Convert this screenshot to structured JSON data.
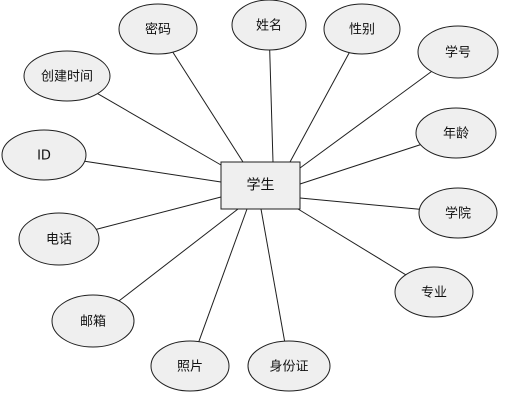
{
  "entity": {
    "label": "学生"
  },
  "attributes": [
    {
      "id": "password",
      "label": "密码"
    },
    {
      "id": "name",
      "label": "姓名"
    },
    {
      "id": "gender",
      "label": "性别"
    },
    {
      "id": "student-no",
      "label": "学号"
    },
    {
      "id": "created-time",
      "label": "创建时间"
    },
    {
      "id": "age",
      "label": "年龄"
    },
    {
      "id": "id",
      "label": "ID"
    },
    {
      "id": "college",
      "label": "学院"
    },
    {
      "id": "phone",
      "label": "电话"
    },
    {
      "id": "major",
      "label": "专业"
    },
    {
      "id": "email",
      "label": "邮箱"
    },
    {
      "id": "photo",
      "label": "照片"
    },
    {
      "id": "id-card",
      "label": "身份证"
    }
  ],
  "colors": {
    "fill": "#efefef",
    "stroke": "#1f1f1f",
    "text": "#111111"
  }
}
